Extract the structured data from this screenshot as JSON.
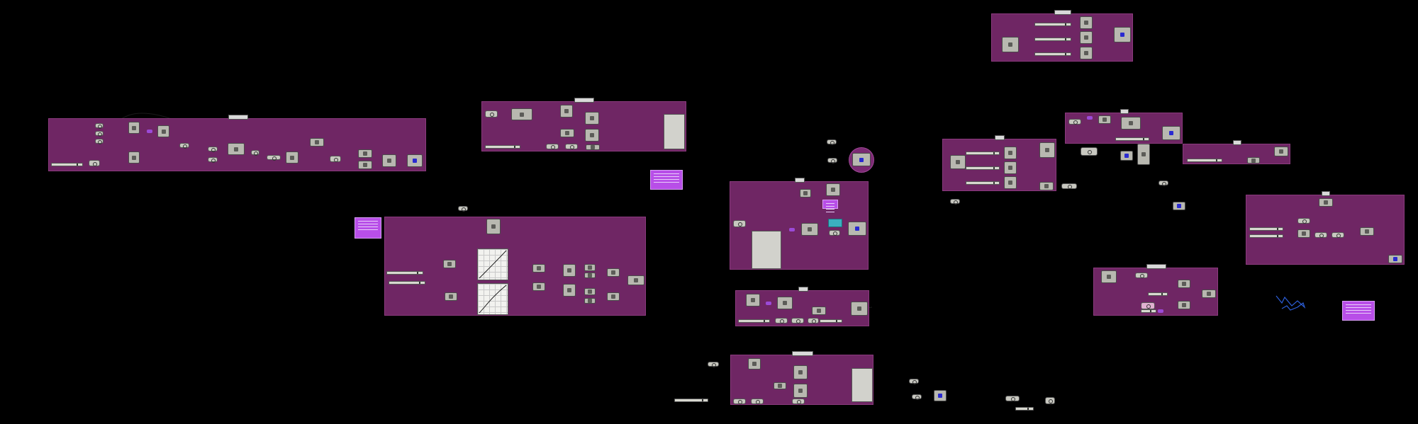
{
  "canvas": {
    "background": "#000000",
    "group_color": "#6f2664",
    "note_color": "#b84ee8",
    "wire_color": "#1a1a1a",
    "cyan_color": "#3bb0c0"
  },
  "groups": [
    {
      "id": "group-a",
      "title": ""
    },
    {
      "id": "group-b",
      "title": ""
    },
    {
      "id": "group-c",
      "title": ""
    },
    {
      "id": "group-d",
      "title": ""
    },
    {
      "id": "group-e",
      "title": ""
    },
    {
      "id": "group-f",
      "title": ""
    },
    {
      "id": "group-g",
      "title": ""
    },
    {
      "id": "group-h",
      "title": ""
    },
    {
      "id": "group-i",
      "title": ""
    },
    {
      "id": "group-j",
      "title": ""
    },
    {
      "id": "group-k",
      "title": ""
    },
    {
      "id": "group-l",
      "title": ""
    },
    {
      "id": "group-m",
      "title": ""
    }
  ],
  "icons": {
    "component": "node-icon",
    "parameter": "param-icon",
    "slider": "slider-icon",
    "curve": "graph-curve-icon"
  }
}
